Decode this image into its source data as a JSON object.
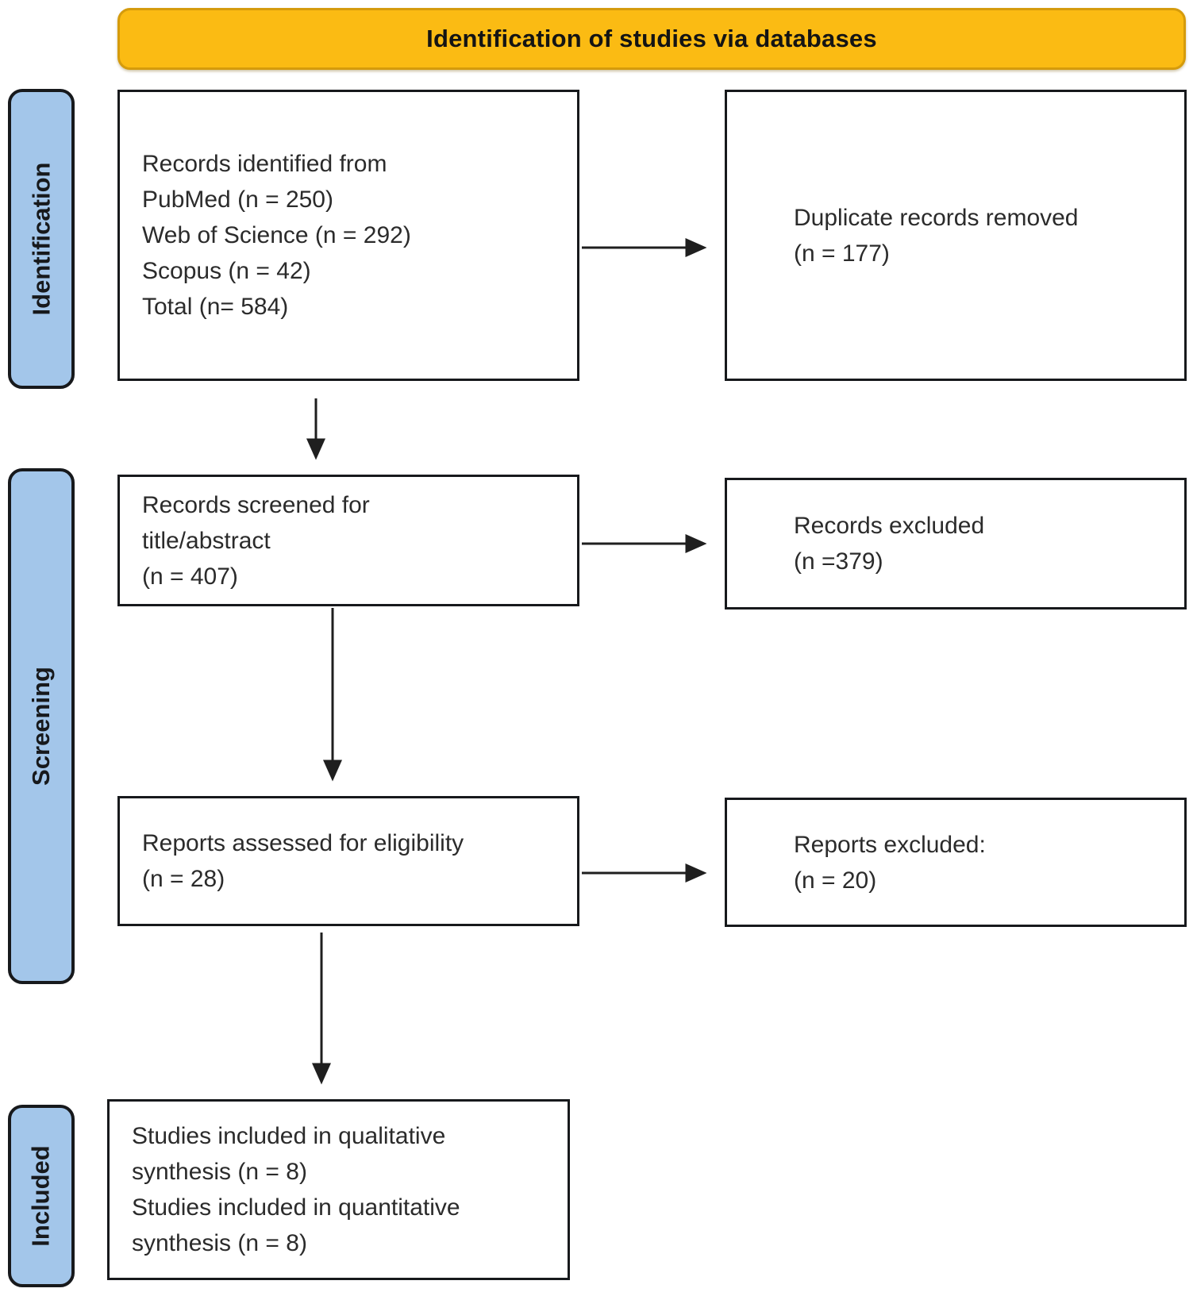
{
  "diagram": {
    "header": {
      "label": "Identification of studies via databases"
    },
    "stages": [
      {
        "id": "identification",
        "label": "Identification"
      },
      {
        "id": "screening",
        "label": "Screening"
      },
      {
        "id": "included",
        "label": "Included"
      }
    ],
    "boxes": {
      "identified": {
        "lines": [
          "Records identified from",
          "PubMed (n = 250)",
          "Web of Science (n = 292)",
          "Scopus (n = 42)",
          "Total (n= 584)"
        ]
      },
      "duplicates_removed": {
        "lines": [
          "Duplicate records removed",
          "(n = 177)"
        ]
      },
      "screened": {
        "lines": [
          "Records screened for",
          "title/abstract",
          "(n = 407)"
        ]
      },
      "records_excluded": {
        "lines": [
          "Records excluded",
          "(n =379)"
        ]
      },
      "assessed": {
        "lines": [
          "Reports assessed for eligibility",
          "(n = 28)"
        ]
      },
      "reports_excluded": {
        "lines": [
          "Reports excluded:",
          "(n = 20)"
        ]
      },
      "included_studies": {
        "lines": [
          "Studies included in qualitative",
          "synthesis (n = 8)",
          "Studies included in quantitative",
          "synthesis (n = 8)"
        ]
      }
    },
    "colors": {
      "header_fill": "#FBBB13",
      "header_border": "#D59B0C",
      "stage_fill": "#A3C6EA",
      "box_border": "#17191C",
      "arrow": "#1F1F1F",
      "text": "#2B2B2B"
    }
  }
}
